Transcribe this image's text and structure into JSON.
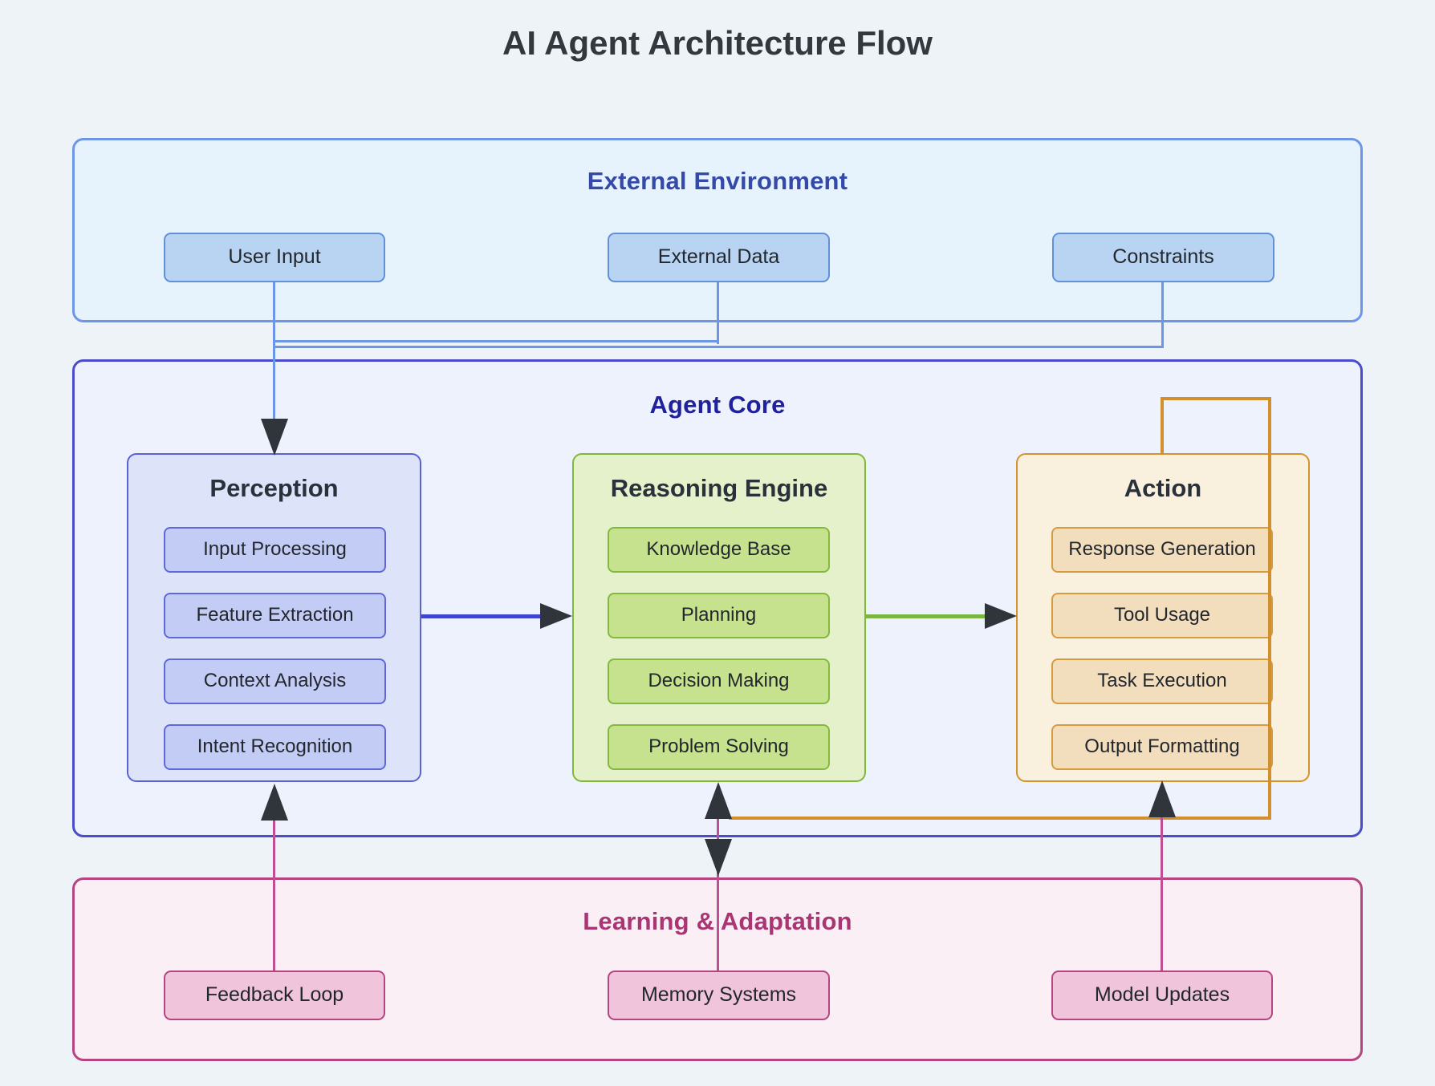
{
  "title": "AI Agent Architecture Flow",
  "external_environment": {
    "title": "External Environment",
    "nodes": [
      "User Input",
      "External Data",
      "Constraints"
    ]
  },
  "agent_core": {
    "title": "Agent Core",
    "groups": [
      {
        "title": "Perception",
        "items": [
          "Input Processing",
          "Feature Extraction",
          "Context Analysis",
          "Intent Recognition"
        ]
      },
      {
        "title": "Reasoning Engine",
        "items": [
          "Knowledge Base",
          "Planning",
          "Decision Making",
          "Problem Solving"
        ]
      },
      {
        "title": "Action",
        "items": [
          "Response Generation",
          "Tool Usage",
          "Task Execution",
          "Output Formatting"
        ]
      }
    ]
  },
  "learning": {
    "title": "Learning & Adaptation",
    "nodes": [
      "Feedback Loop",
      "Memory Systems",
      "Model Updates"
    ]
  },
  "palette": {
    "background": "#eef3f7",
    "env_fill": "#e7f3fc",
    "env_border": "#6d96e9",
    "env_node_fill": "#b8d4f2",
    "env_title": "#3449a8",
    "core_fill": "#edf2fc",
    "core_border": "#4a4ccb",
    "core_title": "#20219c",
    "perception_fill": "#dde4fa",
    "perception_border": "#5a62d3",
    "reasoning_fill": "#e4f1cb",
    "reasoning_border": "#80b737",
    "action_fill": "#faf0de",
    "action_border": "#d4932c",
    "learning_fill": "#faeff5",
    "learning_border": "#b64480",
    "learning_title": "#a93572",
    "edge_blue": "#3e44d6",
    "edge_green": "#79b540",
    "edge_orange": "#d28f2e",
    "edge_pink": "#c04e94",
    "edge_env": "#6d96e9",
    "arrowhead": "#30353b"
  }
}
